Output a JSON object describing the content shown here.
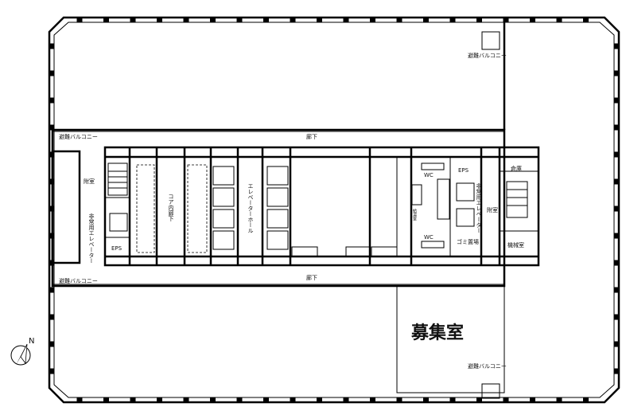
{
  "labels": {
    "balcony_top_right": "避難バルコニー",
    "balcony_bottom_right": "避難バルコニー",
    "balcony_left_top": "避難バルコニー",
    "balcony_left_bottom": "避難バルコニー",
    "corridor_top": "廊下",
    "corridor_bottom": "廊下",
    "vestibule_left": "附室",
    "emergency_elevator_left": "非常用エレベーター",
    "eps_left": "EPS",
    "core_corridor": "コア内廊下",
    "elevator_hall": "エレベーターホール",
    "wc_1": "WC",
    "wc_2": "WC",
    "kitchenette": "給湯室",
    "eps_right": "EPS",
    "emergency_elevator_right": "非常用エレベーター",
    "vestibule_right": "附室",
    "garbage": "ゴミ置場",
    "storage": "倉庫",
    "machine_room": "機械室",
    "vacancy": "募集室",
    "north": "N"
  }
}
